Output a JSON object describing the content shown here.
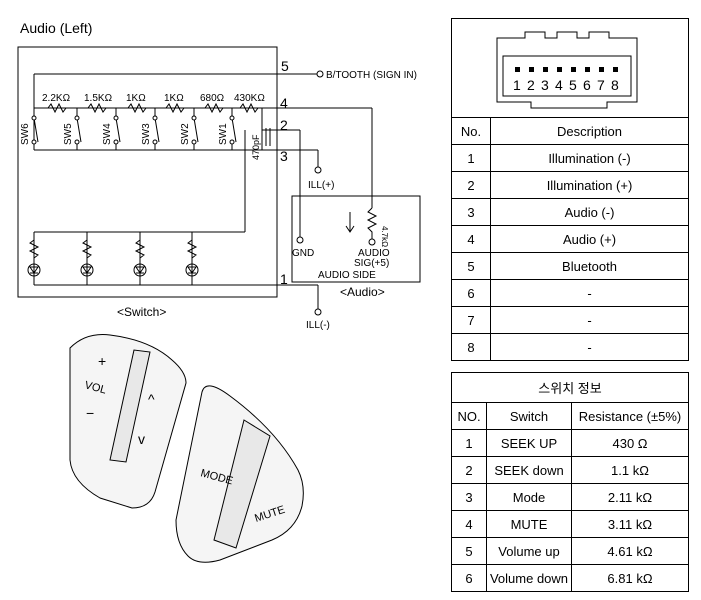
{
  "title": "Audio (Left)",
  "schematic": {
    "pins": [
      "5",
      "4",
      "2",
      "3",
      "1"
    ],
    "btooth_label": "B/TOOTH (SIGN IN)",
    "resistors": [
      "2.2KΩ",
      "1.5KΩ",
      "1KΩ",
      "1KΩ",
      "680Ω",
      "430KΩ"
    ],
    "switches": [
      "SW6",
      "SW5",
      "SW4",
      "SW3",
      "SW2",
      "SW1"
    ],
    "capacitor": "470pF",
    "ill_plus": "ILL(+)",
    "ill_minus": "ILL(-)",
    "gnd": "GND",
    "audio_sig_1": "AUDIO",
    "audio_sig_2": "SIG(+5)",
    "audio_res": "4.7kΩ",
    "audio_side": "AUDIO SIDE",
    "switch_caption": "<Switch>",
    "audio_caption": "<Audio>"
  },
  "photo": {
    "vol": "VOL",
    "plus": "+",
    "minus": "−",
    "up": "^",
    "down": "v",
    "mode": "MODE",
    "mute": "MUTE"
  },
  "connector": {
    "pin_numbers": [
      "1",
      "2",
      "3",
      "4",
      "5",
      "6",
      "7",
      "8"
    ]
  },
  "pin_table": {
    "headers": [
      "No.",
      "Description"
    ],
    "rows": [
      [
        "1",
        "Illumination (-)"
      ],
      [
        "2",
        "Illumination (+)"
      ],
      [
        "3",
        "Audio (-)"
      ],
      [
        "4",
        "Audio (+)"
      ],
      [
        "5",
        "Bluetooth"
      ],
      [
        "6",
        "-"
      ],
      [
        "7",
        "-"
      ],
      [
        "8",
        "-"
      ]
    ]
  },
  "switch_table": {
    "title": "스위치 정보",
    "headers": [
      "NO.",
      "Switch",
      "Resistance (±5%)"
    ],
    "rows": [
      [
        "1",
        "SEEK UP",
        "430 Ω"
      ],
      [
        "2",
        "SEEK down",
        "1.1 kΩ"
      ],
      [
        "3",
        "Mode",
        "2.11 kΩ"
      ],
      [
        "4",
        "MUTE",
        "3.11 kΩ"
      ],
      [
        "5",
        "Volume up",
        "4.61 kΩ"
      ],
      [
        "6",
        "Volume down",
        "6.81 kΩ"
      ]
    ]
  }
}
